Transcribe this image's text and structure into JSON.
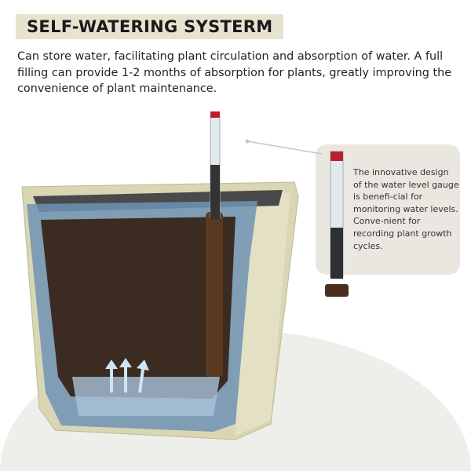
{
  "header": {
    "title": "SELF-WATERING SYSTERM",
    "description": "Can store water, facilitating plant circulation and absorption of water. A full filling can provide 1-2 months of absorption for plants, greatly improving the convenience of plant maintenance."
  },
  "callout": {
    "text": "The innovative design of the water level gauge is benefi-cial for monitoring water levels. Conve-nient for recording plant growth cycles."
  },
  "colors": {
    "pot": "#d6d3b0",
    "water": "#5f87aa",
    "soil": "#3a2a20",
    "gauge_cap": "#b8202a",
    "title_bg": "#e6e3cf"
  }
}
